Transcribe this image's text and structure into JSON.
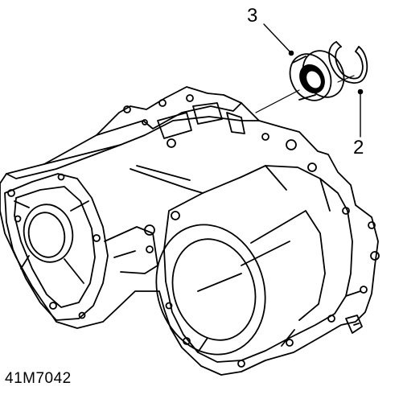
{
  "diagram": {
    "reference_code": "41M7042",
    "callouts": [
      {
        "number": "3",
        "part": "bearing-seal"
      },
      {
        "number": "2",
        "part": "snap-ring"
      }
    ]
  },
  "colors": {
    "line": "#000000",
    "background": "#ffffff"
  }
}
